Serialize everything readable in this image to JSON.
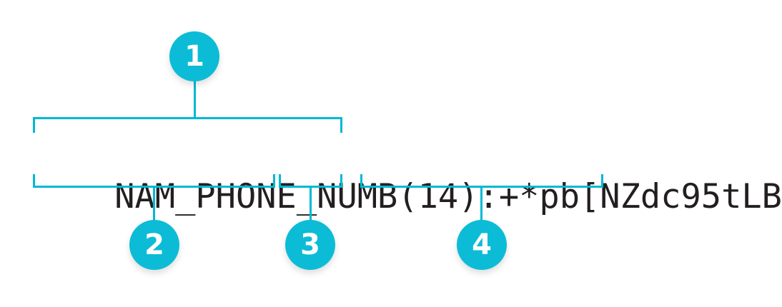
{
  "diagram": {
    "type": "annotated-string-breakdown",
    "title": "",
    "accent_color": "#0cbcd6",
    "bracket_color": "#00b8d4",
    "text_color": "#231f20",
    "background_color": "#ffffff",
    "token_string": "NAM_PHONE_NUMB(14):+*pb[NZdc95tLB",
    "segments": [
      {
        "id": "seg-field-name",
        "text": "NAM_PHONE_NUMB"
      },
      {
        "id": "seg-length",
        "text": "(14)"
      },
      {
        "id": "seg-value",
        "text": ":+*pb[NZdc95tLB"
      }
    ],
    "annotations": [
      {
        "id": "annotation-1",
        "number": "1",
        "position": "top",
        "covers": "NAM_PHONE_NUMB(14)"
      },
      {
        "id": "annotation-2",
        "number": "2",
        "position": "bottom",
        "covers": "NAM_PHONE_NUMB"
      },
      {
        "id": "annotation-3",
        "number": "3",
        "position": "bottom",
        "covers": "(14)"
      },
      {
        "id": "annotation-4",
        "number": "4",
        "position": "bottom",
        "covers": ":+*pb[NZdc95tLB"
      }
    ]
  }
}
